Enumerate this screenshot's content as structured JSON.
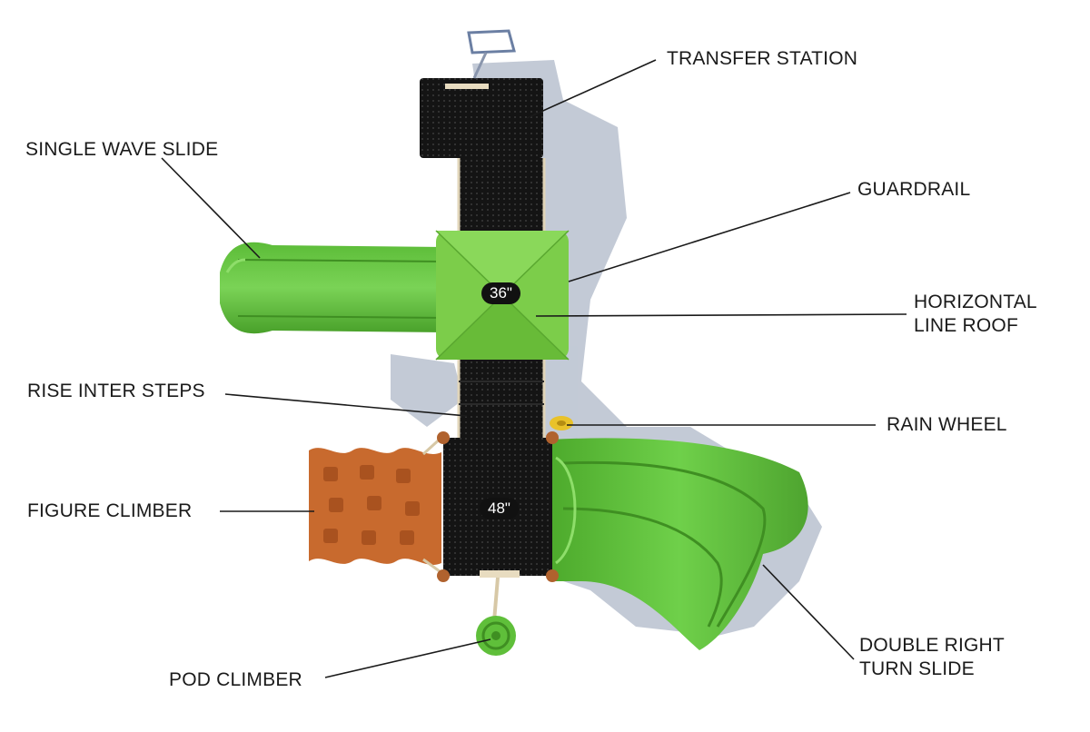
{
  "labels": {
    "transfer_station": "TRANSFER STATION",
    "single_wave_slide": "SINGLE WAVE SLIDE",
    "guardrail": "GUARDRAIL",
    "horizontal_line_roof_1": "HORIZONTAL",
    "horizontal_line_roof_2": "LINE ROOF",
    "rise_inter_steps": "RISE INTER STEPS",
    "rain_wheel": "RAIN WHEEL",
    "figure_climber": "FIGURE CLIMBER",
    "double_right_turn_slide_1": "DOUBLE RIGHT",
    "double_right_turn_slide_2": "TURN SLIDE",
    "pod_climber": "POD CLIMBER"
  },
  "deck_heights": {
    "upper": "36\"",
    "lower": "48\""
  },
  "colors": {
    "slide_green": "#5fbf3a",
    "roof_green": "#7ccd4a",
    "deck_black": "#141414",
    "climber_orange": "#c86a2e",
    "shadow": "#b6bfcc",
    "rail_tan": "#d8c8a8",
    "wheel_yellow": "#e9c22a",
    "leader_line": "#1a1a1a"
  }
}
